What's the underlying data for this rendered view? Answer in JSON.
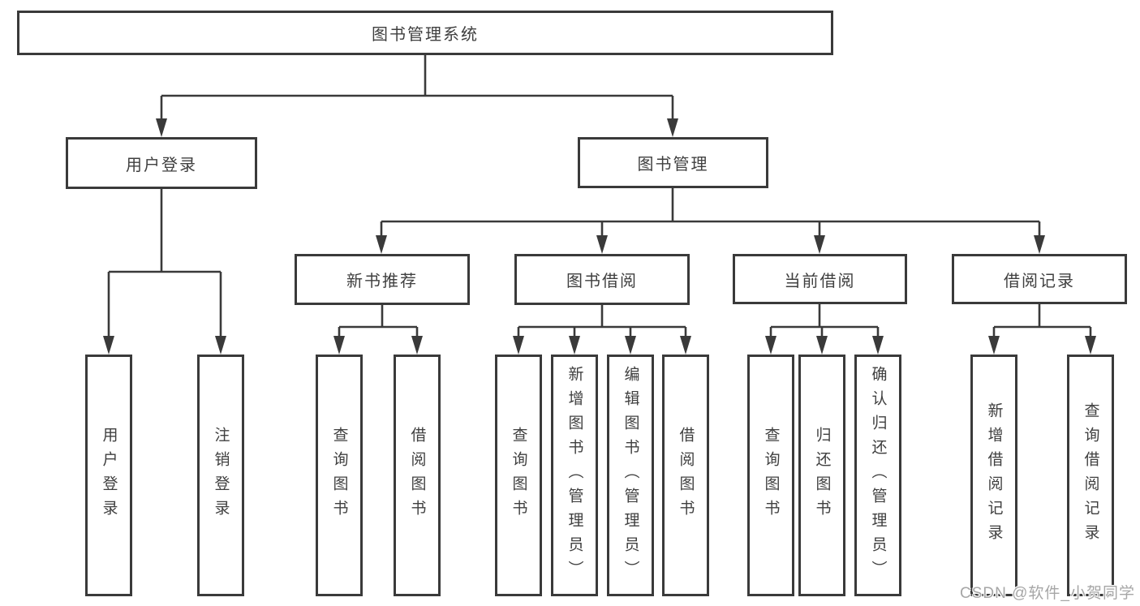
{
  "colors": {
    "line": "#3a3a3a",
    "box_border": "#3a3a3a",
    "text": "#3f3f3f",
    "background": "#ffffff",
    "watermark": "#a6a6a6"
  },
  "tree": {
    "root": {
      "label": "图书管理系统"
    },
    "branches": [
      {
        "label": "用户登录",
        "children": [
          {
            "label": "用户登录"
          },
          {
            "label": "注销登录"
          }
        ]
      },
      {
        "label": "图书管理",
        "children": [
          {
            "label": "新书推荐",
            "children": [
              {
                "label": "查询图书"
              },
              {
                "label": "借阅图书"
              }
            ]
          },
          {
            "label": "图书借阅",
            "children": [
              {
                "label": "查询图书"
              },
              {
                "label": "新增图书（管理员）"
              },
              {
                "label": "编辑图书（管理员）"
              },
              {
                "label": "借阅图书"
              }
            ]
          },
          {
            "label": "当前借阅",
            "children": [
              {
                "label": "查询图书"
              },
              {
                "label": "归还图书"
              },
              {
                "label": "确认归还（管理员）"
              }
            ]
          },
          {
            "label": "借阅记录",
            "children": [
              {
                "label": "新增借阅记录"
              },
              {
                "label": "查询借阅记录"
              }
            ]
          }
        ]
      }
    ]
  },
  "watermark": "CSDN @软件_小贺同学"
}
